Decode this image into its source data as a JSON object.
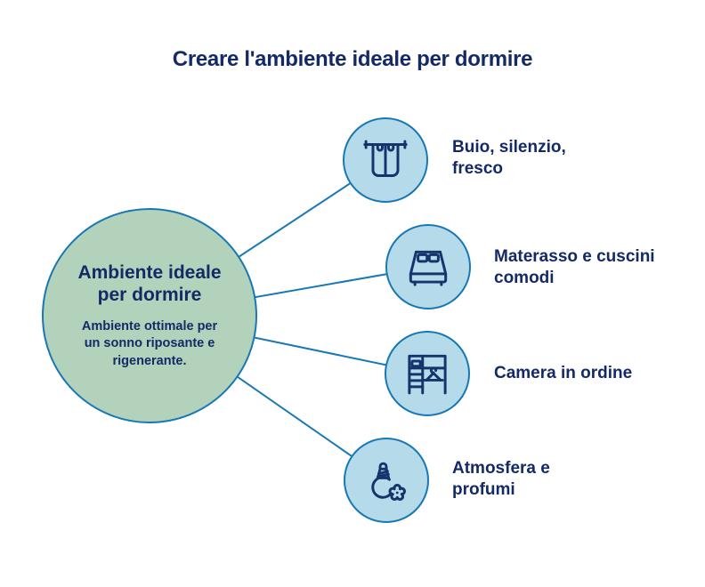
{
  "title": "Creare l'ambiente ideale per dormire",
  "hub": {
    "title": "Ambiente ideale\nper dormire",
    "description": "Ambiente ottimale per\nun sonno riposante e\nrigenerante."
  },
  "nodes": [
    {
      "label": "Buio, silenzio,\nfresco",
      "icon": "curtains-icon"
    },
    {
      "label": "Materasso e cuscini\ncomodi",
      "icon": "bed-icon"
    },
    {
      "label": "Camera in ordine",
      "icon": "wardrobe-icon"
    },
    {
      "label": "Atmosfera e\nprofumi",
      "icon": "diffuser-icon"
    }
  ],
  "colors": {
    "title_text": "#142a66",
    "label_text": "#142a66",
    "hub_fill": "#b3d2bb",
    "node_fill": "#b5dbeb",
    "circle_border": "#1878b4",
    "connector_line": "#1878b4",
    "icon_stroke": "#14356b",
    "background": "#ffffff"
  }
}
